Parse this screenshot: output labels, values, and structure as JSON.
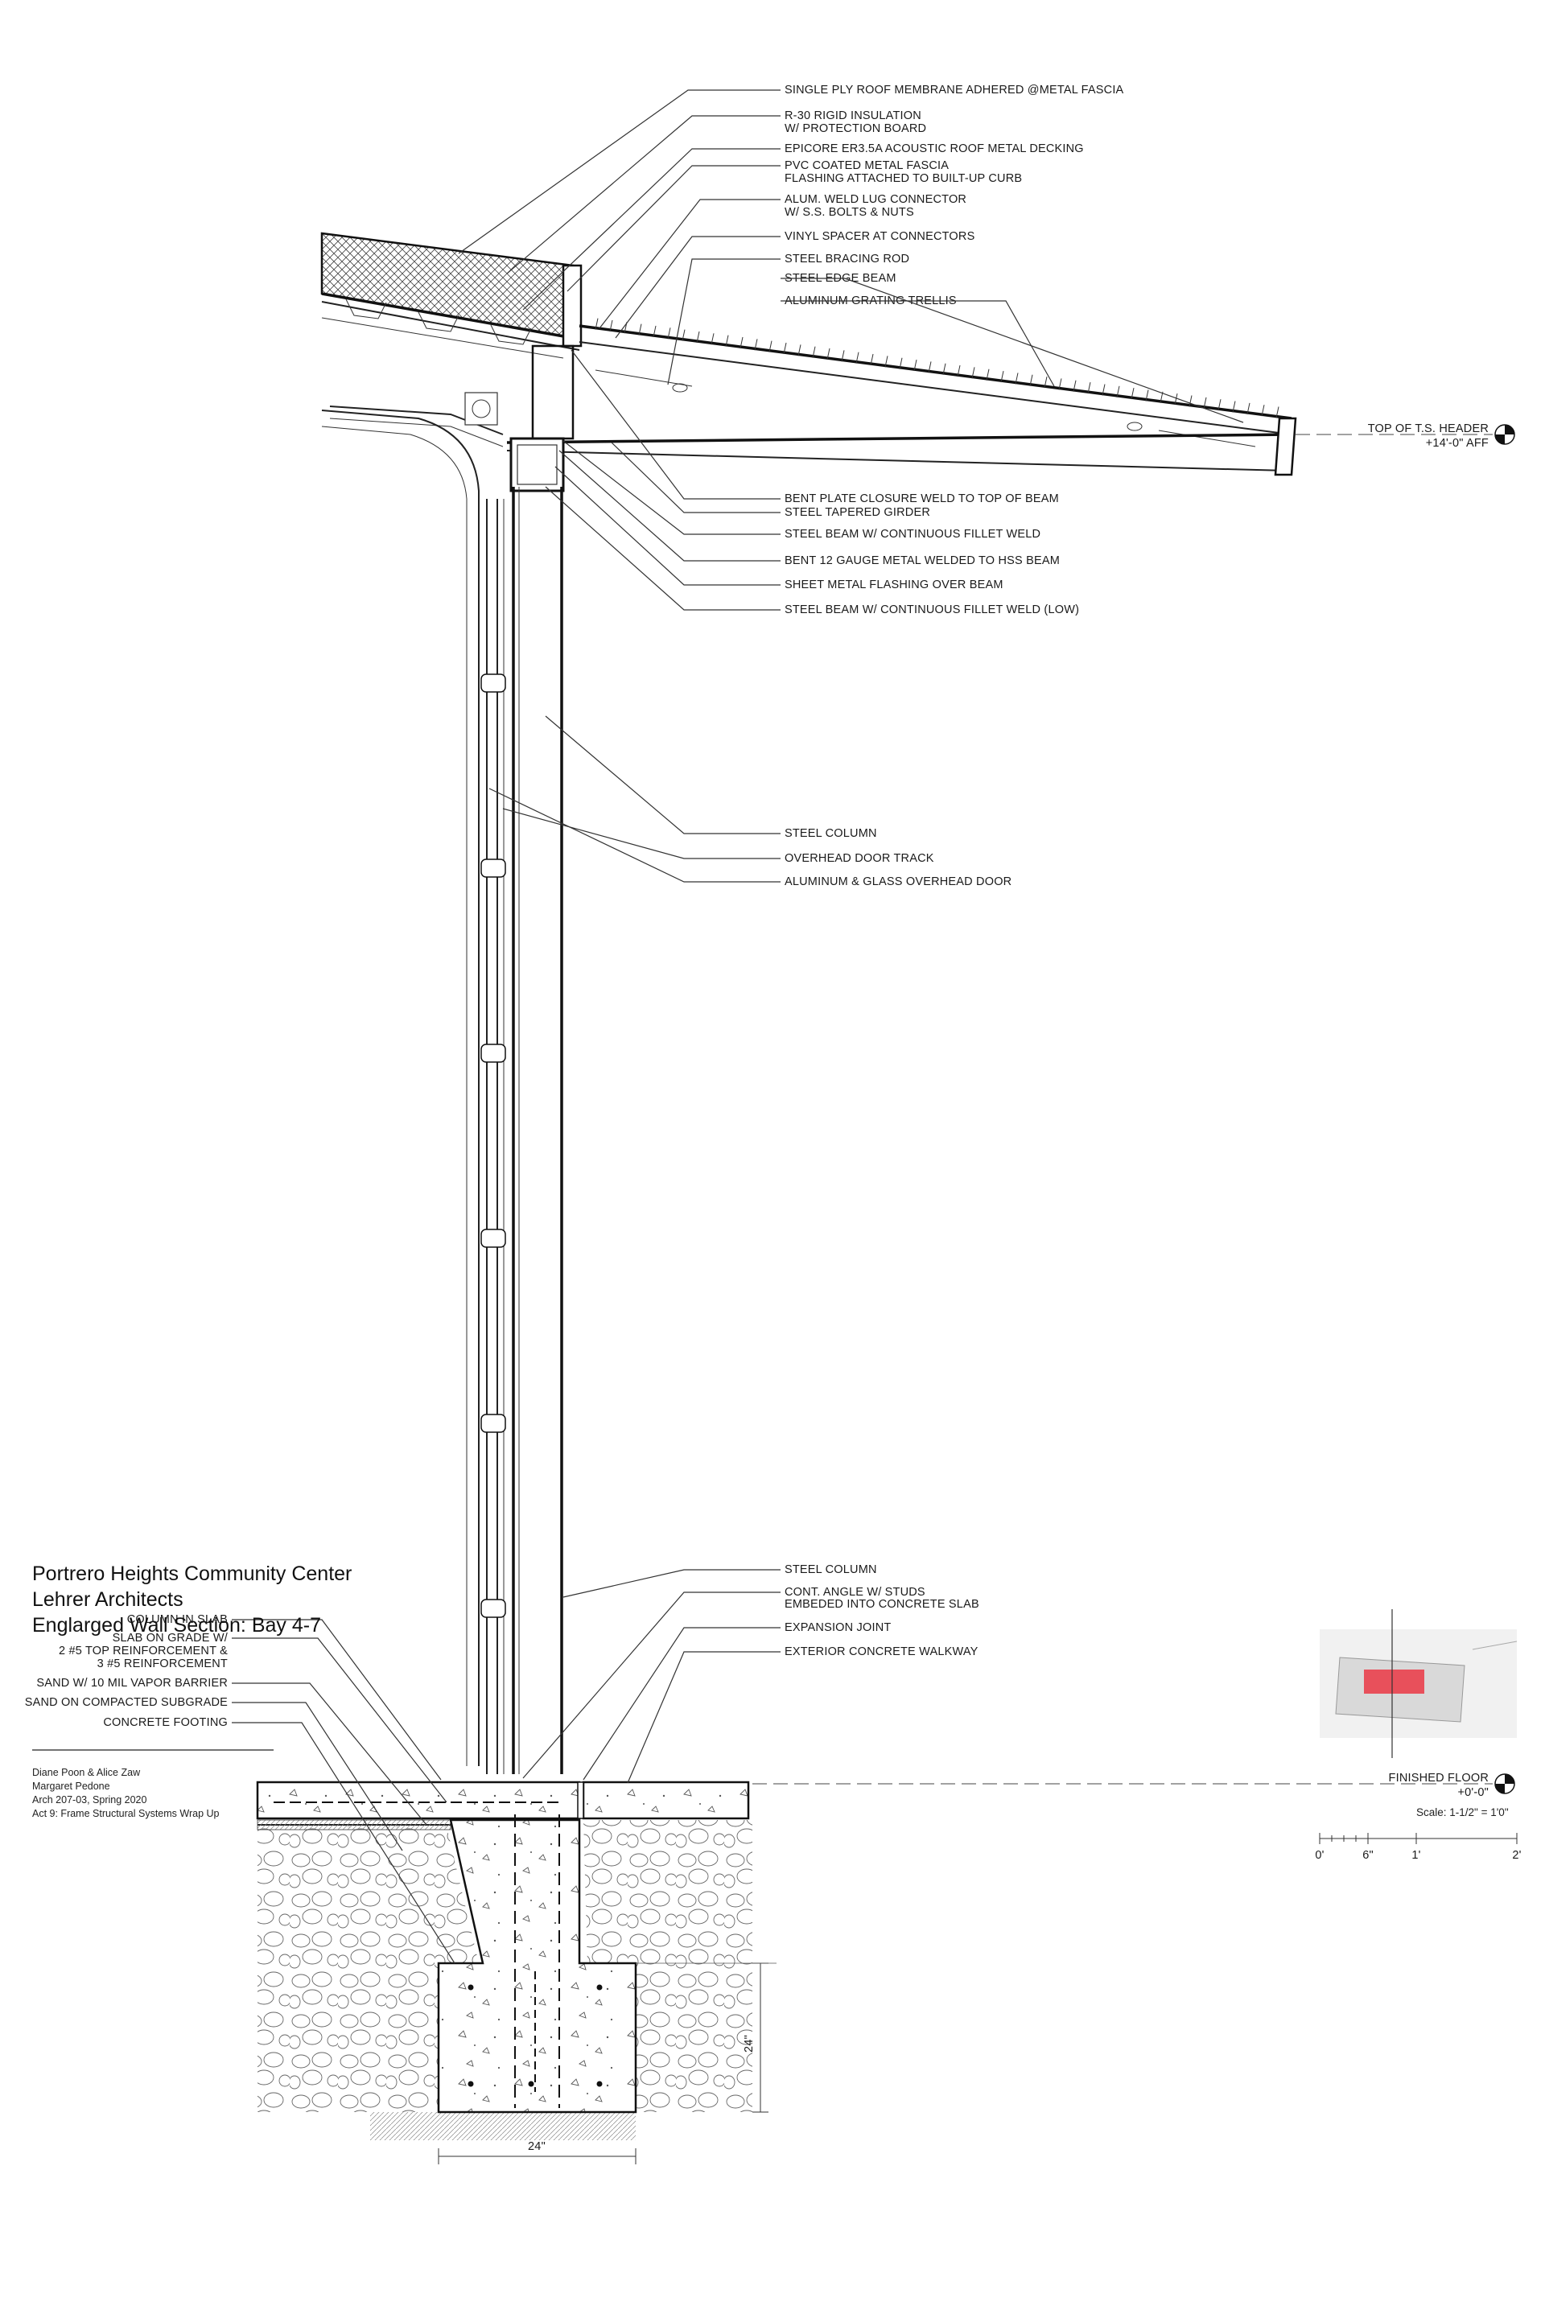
{
  "title_block": {
    "project": "Portrero Heights Community Center",
    "architect": "Lehrer Architects",
    "sheet": "Englarged Wall Section: Bay 4-7"
  },
  "credits": {
    "authors": "Diane Poon & Alice Zaw",
    "instructor": "Margaret Pedone",
    "course": "Arch 207-03, Spring 2020",
    "assignment": "Act 9: Frame Structural Systems Wrap Up"
  },
  "scale": {
    "label": "Scale: 1-1/2\" = 1'0\"",
    "ticks": [
      "0'",
      "6\"",
      "1'",
      "2'"
    ]
  },
  "levels": {
    "top_header": {
      "name": "TOP OF T.S. HEADER",
      "elevation": "+14'-0\" AFF"
    },
    "finished_floor": {
      "name": "FINISHED FLOOR",
      "elevation": "+0'-0\""
    }
  },
  "dimensions": {
    "footing_height": "24\"",
    "footing_width": "24\""
  },
  "callouts_roof": [
    "SINGLE PLY ROOF MEMBRANE ADHERED @METAL FASCIA",
    "R-30 RIGID INSULATION",
    "W/ PROTECTION BOARD",
    "EPICORE ER3.5A ACOUSTIC ROOF METAL DECKING",
    "PVC COATED METAL FASCIA",
    "FLASHING ATTACHED TO BUILT-UP CURB",
    "ALUM. WELD LUG CONNECTOR",
    "W/ S.S. BOLTS & NUTS",
    "VINYL SPACER AT CONNECTORS",
    "STEEL BRACING ROD",
    "STEEL EDGE BEAM",
    "ALUMINUM GRATING TRELLIS"
  ],
  "callouts_beam": [
    "BENT PLATE CLOSURE WELD TO TOP OF BEAM",
    "STEEL TAPERED GIRDER",
    "STEEL BEAM W/ CONTINUOUS FILLET WELD",
    "BENT 12 GAUGE METAL WELDED TO HSS BEAM",
    "SHEET METAL FLASHING OVER BEAM",
    "STEEL BEAM W/ CONTINUOUS FILLET WELD (LOW)"
  ],
  "callouts_wall": [
    "STEEL COLUMN",
    "OVERHEAD DOOR TRACK",
    "ALUMINUM & GLASS OVERHEAD DOOR"
  ],
  "callouts_base_right": [
    "STEEL COLUMN",
    "CONT. ANGLE W/ STUDS",
    "EMBEDED INTO CONCRETE SLAB",
    "EXPANSION JOINT",
    "EXTERIOR CONCRETE WALKWAY"
  ],
  "callouts_base_left": [
    "COLUMN IN SLAB",
    "SLAB ON GRADE W/",
    "2 #5 TOP REINFORCEMENT &",
    "3 #5 REINFORCEMENT",
    "SAND W/ 10 MIL VAPOR BARRIER",
    "SAND ON COMPACTED SUBGRADE",
    "CONCRETE FOOTING"
  ],
  "colors": {
    "line": "#222222",
    "hatch": "#555555",
    "highlight": "#e8505b"
  }
}
